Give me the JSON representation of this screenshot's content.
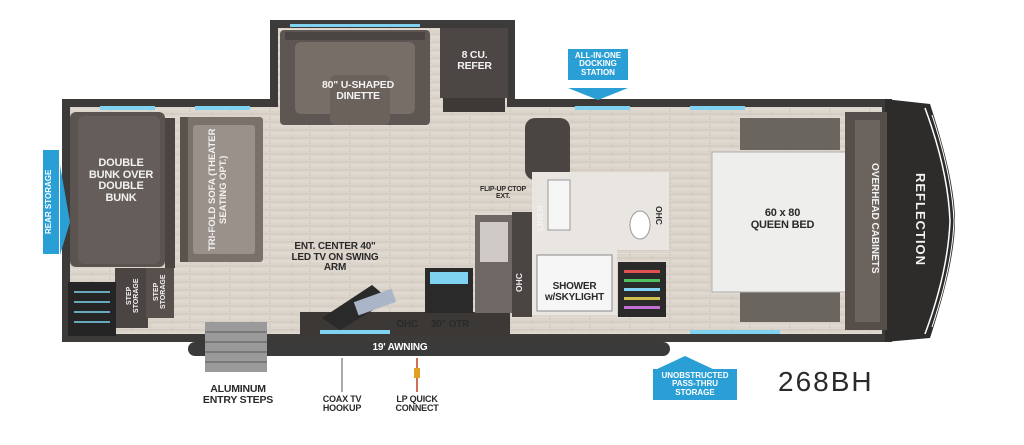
{
  "model": "268BH",
  "brand": "REFLECTION",
  "rooms": {
    "bunks": "DOUBLE BUNK OVER DOUBLE BUNK",
    "trifold_sofa": "TRI-FOLD SOFA (THEATER SEATING OPT.)",
    "dinette": "80\" U-SHAPED DINETTE",
    "refer": "8 CU. REFER",
    "ent_center": "ENT. CENTER 40\" LED TV ON SWING ARM",
    "flipup": "FLIP-UP CTOP EXT.",
    "linen": "LINEN",
    "ohc": "OHC",
    "shower": "SHOWER w/SKYLIGHT",
    "otr": "30\" OTR",
    "bed": "60 x 80 QUEEN BED",
    "overhead_cabinets": "OVERHEAD CABINETS",
    "step_storage": "STEP STORAGE"
  },
  "callouts": {
    "docking": "ALL-IN-ONE DOCKING STATION",
    "rear_storage": "REAR STORAGE",
    "pass_thru": "UNOBSTRUCTED PASS-THRU STORAGE"
  },
  "exterior": {
    "awning": "19' AWNING",
    "entry_steps": "ALUMINUM ENTRY STEPS",
    "coax": "COAX TV HOOKUP",
    "lp": "LP QUICK CONNECT"
  },
  "colors": {
    "floor": "#d9d2c9",
    "wall": "#3a3a3a",
    "furniture": "#6b625c",
    "cushion": "#8a8178",
    "accent": "#2a9fd6",
    "led": "#7fd3f0"
  }
}
